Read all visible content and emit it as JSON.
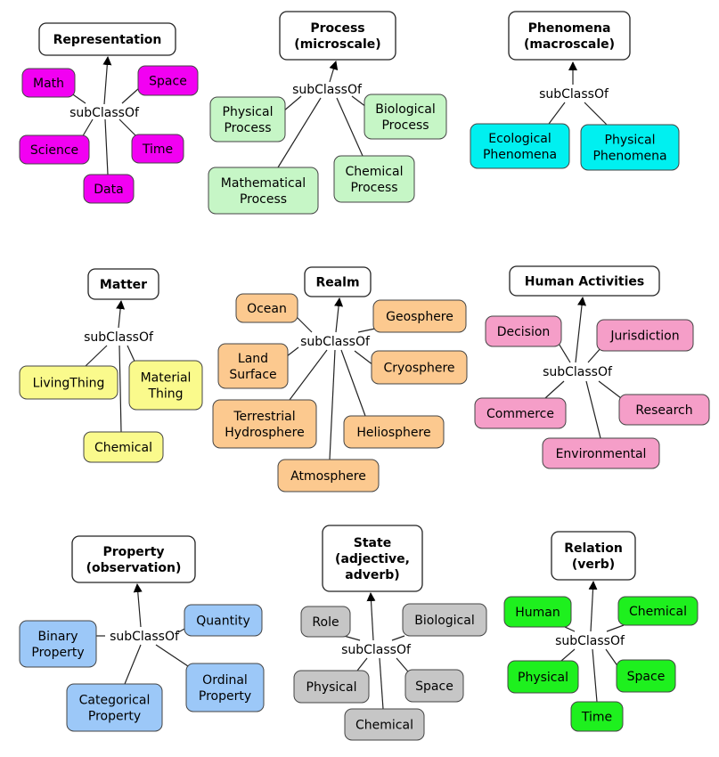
{
  "relation_label": "subClassOf",
  "clusters": [
    {
      "id": "representation",
      "color": "#f200f2",
      "root": [
        "Representation"
      ],
      "children": [
        [
          "Math"
        ],
        [
          "Space"
        ],
        [
          "Science"
        ],
        [
          "Time"
        ],
        [
          "Data"
        ]
      ]
    },
    {
      "id": "process",
      "color": "#c6f6c6",
      "root": [
        "Process",
        "(microscale)"
      ],
      "children": [
        [
          "Physical",
          "Process"
        ],
        [
          "Biological",
          "Process"
        ],
        [
          "Mathematical",
          "Process"
        ],
        [
          "Chemical",
          "Process"
        ]
      ]
    },
    {
      "id": "phenomena",
      "color": "#00f0f0",
      "root": [
        "Phenomena",
        "(macroscale)"
      ],
      "children": [
        [
          "Ecological",
          "Phenomena"
        ],
        [
          "Physical",
          "Phenomena"
        ]
      ]
    },
    {
      "id": "matter",
      "color": "#fafa8c",
      "root": [
        "Matter"
      ],
      "children": [
        [
          "LivingThing"
        ],
        [
          "Material",
          "Thing"
        ],
        [
          "Chemical"
        ]
      ]
    },
    {
      "id": "realm",
      "color": "#fcc98f",
      "root": [
        "Realm"
      ],
      "children": [
        [
          "Ocean"
        ],
        [
          "Geosphere"
        ],
        [
          "Land",
          "Surface"
        ],
        [
          "Cryosphere"
        ],
        [
          "Terrestrial",
          "Hydrosphere"
        ],
        [
          "Heliosphere"
        ],
        [
          "Atmosphere"
        ]
      ]
    },
    {
      "id": "human-activities",
      "color": "#f59ec8",
      "root": [
        "Human Activities"
      ],
      "children": [
        [
          "Decision"
        ],
        [
          "Jurisdiction"
        ],
        [
          "Commerce"
        ],
        [
          "Research"
        ],
        [
          "Environmental"
        ]
      ]
    },
    {
      "id": "property",
      "color": "#9cc8f8",
      "root": [
        "Property",
        "(observation)"
      ],
      "children": [
        [
          "Binary",
          "Property"
        ],
        [
          "Quantity"
        ],
        [
          "Categorical",
          "Property"
        ],
        [
          "Ordinal",
          "Property"
        ]
      ]
    },
    {
      "id": "state",
      "color": "#c6c6c6",
      "root": [
        "State",
        "(adjective,",
        "adverb)"
      ],
      "children": [
        [
          "Role"
        ],
        [
          "Biological"
        ],
        [
          "Physical"
        ],
        [
          "Space"
        ],
        [
          "Chemical"
        ]
      ]
    },
    {
      "id": "relation",
      "color": "#1ef01e",
      "root": [
        "Relation",
        "(verb)"
      ],
      "children": [
        [
          "Human"
        ],
        [
          "Chemical"
        ],
        [
          "Physical"
        ],
        [
          "Space"
        ],
        [
          "Time"
        ]
      ]
    }
  ]
}
